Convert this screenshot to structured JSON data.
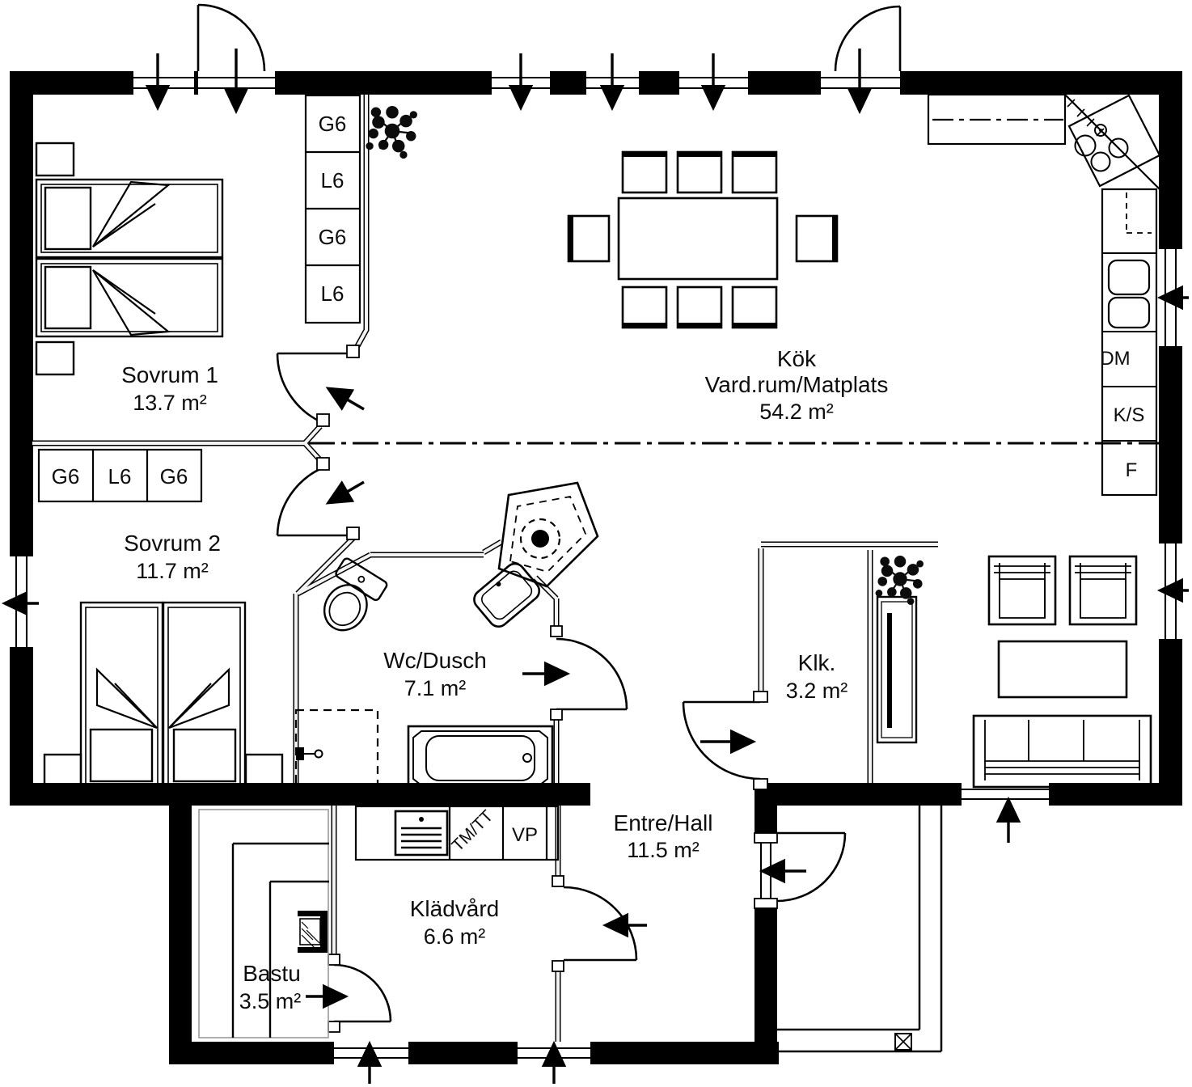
{
  "drawing": {
    "type": "floor-plan"
  },
  "colors": {
    "ink": "#000000",
    "bg": "#ffffff",
    "thin_wall_core": "#f3f3f3"
  },
  "rooms": {
    "sovrum1": {
      "name": "Sovrum 1",
      "area": "13.7 m²"
    },
    "sovrum2": {
      "name": "Sovrum 2",
      "area": "11.7 m²"
    },
    "kok": {
      "line1": "Kök",
      "line2": "Vard.rum/Matplats",
      "area": "54.2 m²"
    },
    "wc_dusch": {
      "name": "Wc/Dusch",
      "area": "7.1 m²"
    },
    "klk": {
      "name": "Klk.",
      "area": "3.2 m²"
    },
    "entre_hall": {
      "name": "Entre/Hall",
      "area": "11.5 m²"
    },
    "kladvard": {
      "name": "Klädvård",
      "area": "6.6 m²"
    },
    "bastu": {
      "name": "Bastu",
      "area": "3.5 m²"
    }
  },
  "wardrobes": {
    "sovrum1_column": [
      "G6",
      "L6",
      "G6",
      "L6"
    ],
    "sovrum2_row": [
      "G6",
      "L6",
      "G6"
    ]
  },
  "appliances": {
    "dishwasher": "DM",
    "fridge": "K/S",
    "freezer": "F",
    "washer_dryer": "TM/TT",
    "heat_pump": "VP"
  }
}
